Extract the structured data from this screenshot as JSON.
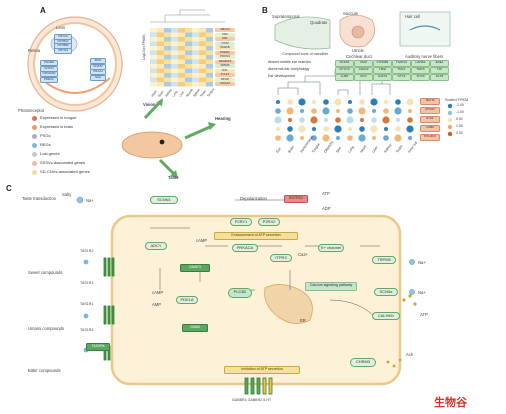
{
  "panel_letters": {
    "a": "A",
    "b": "B",
    "c": "C"
  },
  "panel_a": {
    "labels": {
      "lens": "Lens",
      "retina": "Retina",
      "photoreceptor": "Photoreceptor",
      "vision": "Vision",
      "hearing": "Hearing",
      "taste": "Taste",
      "axis": "Log10(in FPKM)"
    },
    "genes_left": [
      "CRYAA",
      "CRYBA1",
      "CRYBB2",
      "CRYGS",
      "CNGB3",
      "GNAT2",
      "OPN1MW",
      "PDE6C"
    ],
    "genes_right": [
      "RHO",
      "GNAT1",
      "CNGA1",
      "SAG"
    ],
    "heat_rows": [
      "ABCA4",
      "CRX",
      "NRL",
      "OTX2",
      "PDE6B",
      "PDE6G",
      "PROM1",
      "RPGRIP1",
      "RPE65",
      "RS1",
      "TULP1",
      "RPGR",
      "CNGA3"
    ],
    "columns": [
      "Heart",
      "Brain",
      "Kidney",
      "Lung",
      "Liver",
      "Muscle",
      "Spleen",
      "Testis",
      "Tongue"
    ]
  },
  "legend_a": [
    {
      "label": "Expressed in tongue",
      "color": "#e26c5d"
    },
    {
      "label": "Expressed in brain",
      "color": "#f09a6a"
    },
    {
      "label": "PSGs",
      "color": "#b5a6d6"
    },
    {
      "label": "REGs",
      "color": "#79b8d8"
    },
    {
      "label": "Lost genes",
      "color": "#c8c8c8"
    },
    {
      "label": "SSSVs-associated genes",
      "color": "#f2b8a2"
    },
    {
      "label": "SD-CNVs-associated genes",
      "color": "#f6d9a6"
    }
  ],
  "panel_b": {
    "top_labels": {
      "supratemporal": "Supratemporal",
      "quadrate": "Quadrate",
      "stapes": "Saccule",
      "hair_cell": "Hair cell",
      "compound_bone": "Compound bone of mandible",
      "utricle": "Utricle",
      "cochlear_duct": "Cochlear duct",
      "auditory_nerve": "Auditory nerve fibers"
    },
    "rows": [
      {
        "label": "Absent middle ear ossicles",
        "genes": [
          "FGFR1",
          "SMO",
          "CTNNB1",
          "TFAP2A",
          "HAND1",
          "EDE1"
        ]
      },
      {
        "label": "Abnormal ear morphology",
        "genes": [
          "MYO7A",
          "CDH23",
          "TMIE",
          "TMC1",
          "TRRS",
          "TJP"
        ]
      },
      {
        "label": "Ear development",
        "genes": [
          "GJB2",
          "SIX1",
          "GATA3",
          "OTX2",
          "SOX9",
          "DLX5"
        ]
      }
    ],
    "columns": [
      "Eye",
      "Brain",
      "Vomeronasal",
      "Tongue",
      "Olfactory",
      "Skin",
      "Lung",
      "Heart",
      "Liver",
      "Kidney",
      "Testis",
      "Inner ear"
    ],
    "side_genes": [
      "TECTA",
      "ATOH1",
      "EYA1",
      "GJB6",
      "POU4F3"
    ],
    "scale_title": "Scaled FPKM",
    "scale_values": [
      "-2.00",
      "-1.00",
      "0.00",
      "1.00",
      "2.00"
    ]
  },
  "panel_c": {
    "left_labels": {
      "transduction": "Taste transduction",
      "salty": "Salty",
      "sweet": "Sweet compounds",
      "umami": "Umami compounds",
      "bitter": "Bitter compounds"
    },
    "receptors": {
      "tas1r2": "TAS1R2",
      "tas1r3a": "TAS1R3",
      "tas1r1": "TAS1R1",
      "tas1r3b": "TAS1R3",
      "tas2rs": "TAS2Rs"
    },
    "boxes": {
      "scnn1": "SCNN1",
      "depolarization": "Depolarization",
      "entpd2": "ENTPD2",
      "atp1": "ATP",
      "adp": "ADP",
      "p2ry1": "P2RY1",
      "p2rx2": "P2RX2",
      "atp_enh": "Enhancement of ATP secretion",
      "adcy": "ADCY",
      "camp_top": "cAMP",
      "prkaca": "PRKACA",
      "itpr3": "ITPR3",
      "ca1": "Ca2+",
      "kchan": "K+ channel",
      "trpm5": "TRPM5",
      "gnat3": "GNAT3",
      "pde1a": "PDE1A",
      "plcb2": "PLCB2",
      "gnb3": "GNB3",
      "camp_mid": "cAMP",
      "amp": "AMP",
      "calcium": "Calcium signaling pathway",
      "er": "ER",
      "na1": "Na+",
      "na2": "Na+",
      "na3": "Na+",
      "scn": "SCN5a",
      "calhm1": "CALHM1",
      "atp2": "ATP",
      "chrm3": "CHRM3",
      "ach": "Ach",
      "atp_inh": "Inhibition of ATP secretion",
      "gabbr": "GABBR1  GABBR2  5-HT"
    }
  },
  "watermark": "生物谷"
}
